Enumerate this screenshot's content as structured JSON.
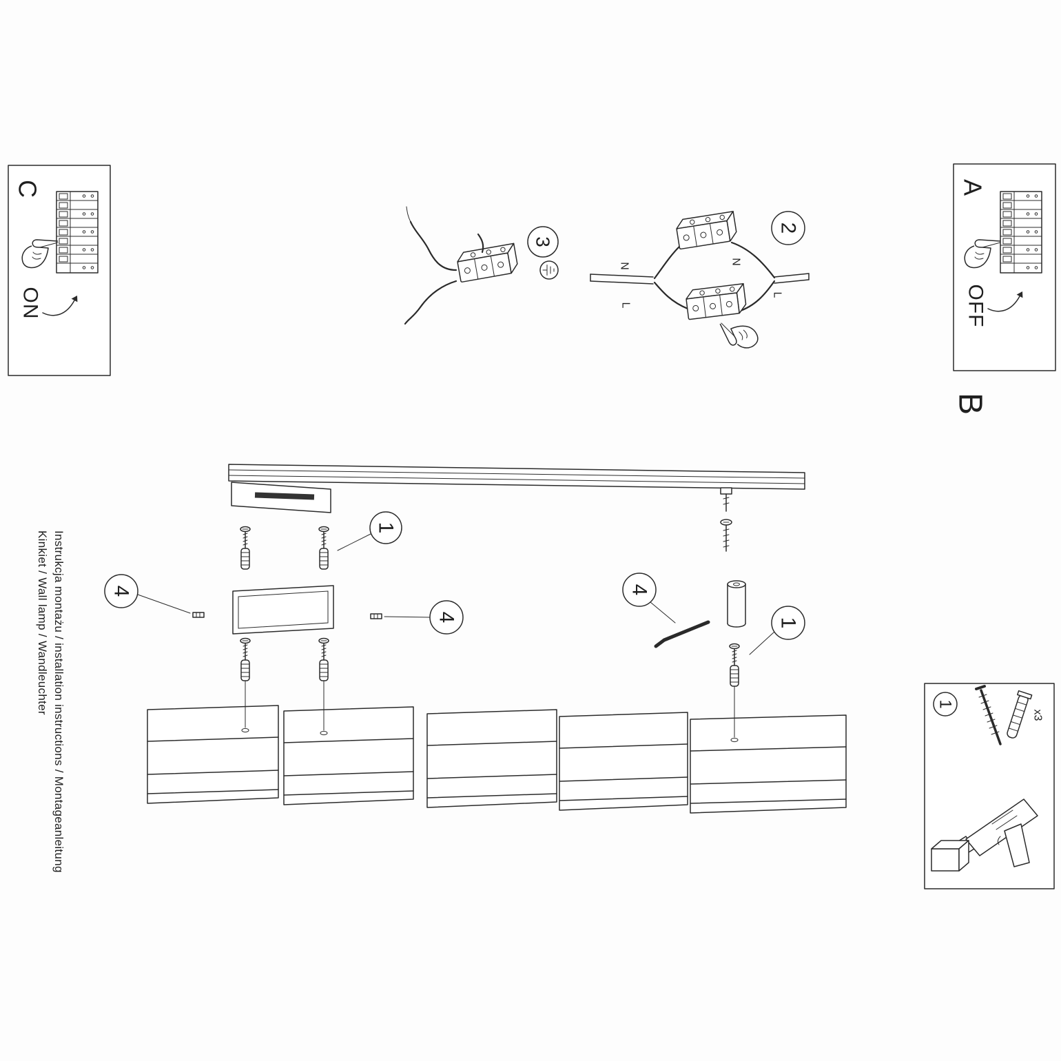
{
  "colors": {
    "ink": "#2a2a2a",
    "paper": "#fdfdfd"
  },
  "corner_boxes": {
    "c": {
      "label": "C",
      "state": "ON"
    },
    "a": {
      "label": "A",
      "state": "OFF"
    },
    "b": {
      "label": "B"
    }
  },
  "markers": {
    "s1": "1",
    "s2": "2",
    "s3": "3",
    "s4": "4"
  },
  "wire_labels": {
    "neutral": "N",
    "live": "L"
  },
  "parts_box": {
    "quantity": "x3"
  },
  "side_text": {
    "line1": "Instrukcja montażu / installation instructions / Montageanleitung",
    "line2": "Kinkiet / Wall lamp / Wandleuchter"
  }
}
